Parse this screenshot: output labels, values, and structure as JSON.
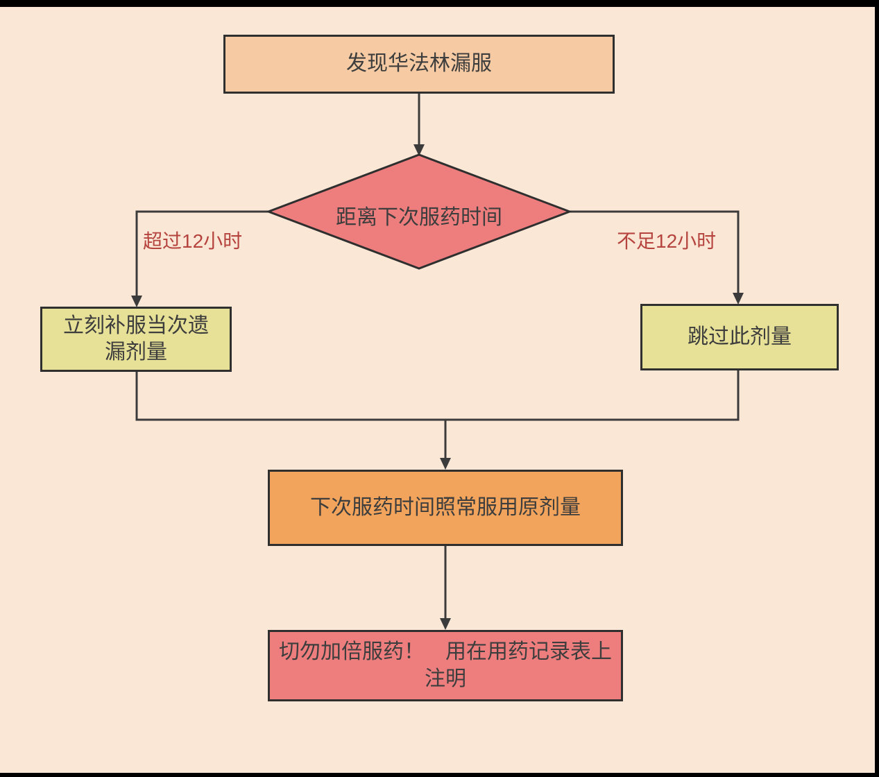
{
  "flowchart": {
    "nodes": {
      "start": {
        "label": "发现华法林漏服",
        "fill": "#F6CBA3",
        "shape": "rectangle"
      },
      "decision": {
        "label": "距离下次服药时间",
        "fill": "#EE7E7E",
        "shape": "diamond"
      },
      "take_missed": {
        "label": "立刻补服当次遗漏剂量",
        "fill": "#E7E097",
        "shape": "rectangle"
      },
      "skip": {
        "label": "跳过此剂量",
        "fill": "#E7E097",
        "shape": "rectangle"
      },
      "resume": {
        "label": "下次服药时间照常服用原剂量",
        "fill": "#F2A45C",
        "shape": "rectangle"
      },
      "warning": {
        "label": "切勿加倍服药！　用在用药记录表上注明",
        "fill": "#EE7E7E",
        "shape": "rectangle"
      }
    },
    "branch_labels": {
      "left": {
        "text": "超过12小时"
      },
      "right": {
        "text": "不足12小时"
      }
    },
    "colors": {
      "canvas_background": "#FBE7D6",
      "frame_bars": "#000000",
      "node_border": "#2F2F2F",
      "connector_line": "#3B3B3B",
      "arrowhead": "#3B3B3B",
      "node_text": "#3D3D3D",
      "branch_label_text": "#B5433E"
    }
  }
}
